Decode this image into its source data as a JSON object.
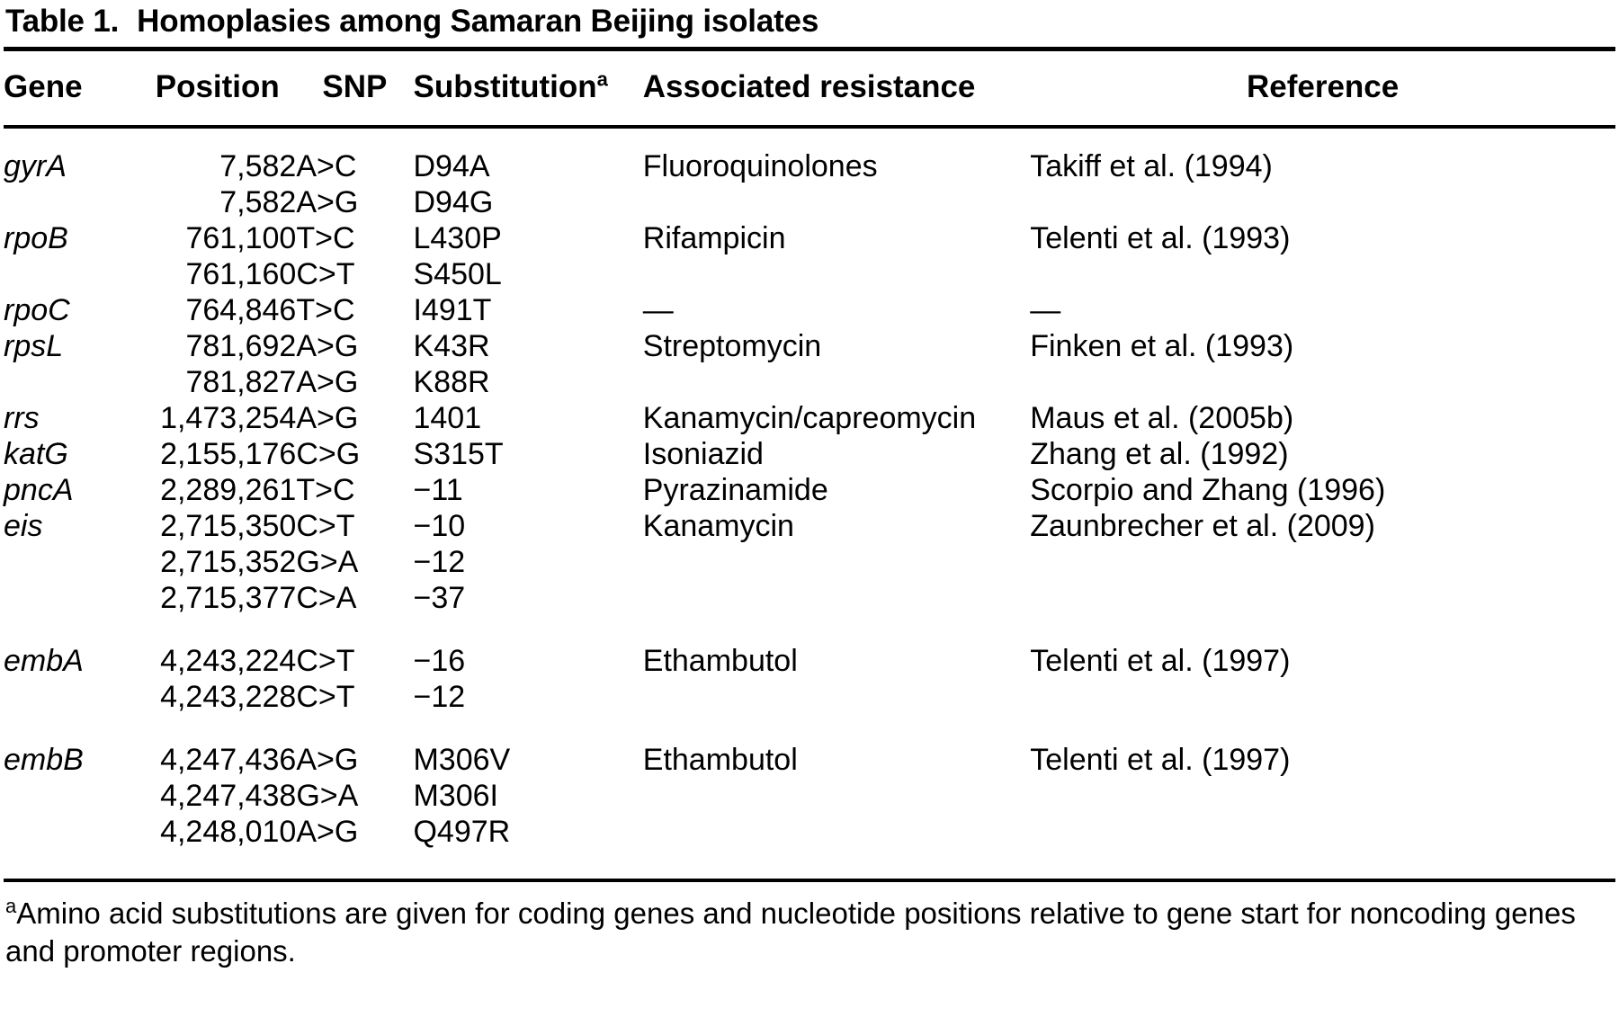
{
  "caption": {
    "number": "Table 1.",
    "title": "Homoplasies among Samaran Beijing isolates"
  },
  "columns": {
    "gene": "Gene",
    "position": "Position",
    "snp": "SNP",
    "substitution": "Substitution",
    "substitution_marker": "a",
    "resistance": "Associated resistance",
    "reference": "Reference"
  },
  "rows": [
    {
      "gene": "gyrA",
      "position": "7,582",
      "snp": "A>C",
      "substitution": "D94A",
      "resistance": "Fluoroquinolones",
      "reference": "Takiff et al. (1994)"
    },
    {
      "gene": "",
      "position": "7,582",
      "snp": "A>G",
      "substitution": "D94G",
      "resistance": "",
      "reference": ""
    },
    {
      "gene": "rpoB",
      "position": "761,100",
      "snp": "T>C",
      "substitution": "L430P",
      "resistance": "Rifampicin",
      "reference": "Telenti et al. (1993)"
    },
    {
      "gene": "",
      "position": "761,160",
      "snp": "C>T",
      "substitution": "S450L",
      "resistance": "",
      "reference": ""
    },
    {
      "gene": "rpoC",
      "position": "764,846",
      "snp": "T>C",
      "substitution": "I491T",
      "resistance": "—",
      "reference": "—"
    },
    {
      "gene": "rpsL",
      "position": "781,692",
      "snp": "A>G",
      "substitution": "K43R",
      "resistance": "Streptomycin",
      "reference": "Finken et al. (1993)"
    },
    {
      "gene": "",
      "position": "781,827",
      "snp": "A>G",
      "substitution": "K88R",
      "resistance": "",
      "reference": ""
    },
    {
      "gene": "rrs",
      "position": "1,473,254",
      "snp": "A>G",
      "substitution": "1401",
      "resistance": "Kanamycin/capreomycin",
      "reference": "Maus et al. (2005b)"
    },
    {
      "gene": "katG",
      "position": "2,155,176",
      "snp": "C>G",
      "substitution": "S315T",
      "resistance": "Isoniazid",
      "reference": "Zhang et al. (1992)"
    },
    {
      "gene": "pncA",
      "position": "2,289,261",
      "snp": "T>C",
      "substitution": "−11",
      "resistance": "Pyrazinamide",
      "reference": "Scorpio and Zhang (1996)"
    },
    {
      "gene": "eis",
      "position": "2,715,350",
      "snp": "C>T",
      "substitution": "−10",
      "resistance": "Kanamycin",
      "reference": "Zaunbrecher et al. (2009)"
    },
    {
      "gene": "",
      "position": "2,715,352",
      "snp": "G>A",
      "substitution": "−12",
      "resistance": "",
      "reference": ""
    },
    {
      "gene": "",
      "position": "2,715,377",
      "snp": "C>A",
      "substitution": "−37",
      "resistance": "",
      "reference": ""
    },
    {
      "gene": "embA",
      "position": "4,243,224",
      "snp": "C>T",
      "substitution": "−16",
      "resistance": "Ethambutol",
      "reference": "Telenti et al. (1997)"
    },
    {
      "gene": "",
      "position": "4,243,228",
      "snp": "C>T",
      "substitution": "−12",
      "resistance": "",
      "reference": ""
    },
    {
      "gene": "embB",
      "position": "4,247,436",
      "snp": "A>G",
      "substitution": "M306V",
      "resistance": "Ethambutol",
      "reference": "Telenti et al. (1997)"
    },
    {
      "gene": "",
      "position": "4,247,438",
      "snp": "G>A",
      "substitution": "M306I",
      "resistance": "",
      "reference": ""
    },
    {
      "gene": "",
      "position": "4,248,010",
      "snp": "A>G",
      "substitution": "Q497R",
      "resistance": "",
      "reference": ""
    }
  ],
  "row_spacing": [
    "first",
    "",
    "",
    "",
    "",
    "",
    "",
    "",
    "",
    "",
    "",
    "",
    "",
    "gap",
    "",
    "gap",
    "",
    "last"
  ],
  "footnote": {
    "marker": "a",
    "text": "Amino acid substitutions are given for coding genes and nucleotide positions relative to gene start for noncoding genes and promoter regions."
  }
}
